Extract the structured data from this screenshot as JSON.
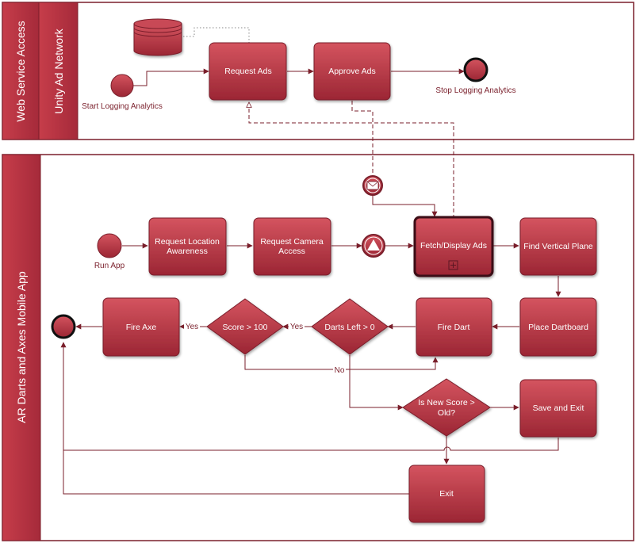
{
  "pools": [
    {
      "title": "Web Service Access",
      "lanes": [
        {
          "title": "Unity Ad Network"
        }
      ]
    },
    {
      "title": "AR Darts and Axes Mobile App"
    }
  ],
  "events": {
    "start_logging": "Start Logging Analytics",
    "stop_logging": "Stop Logging Analytics",
    "run_app": "Run App"
  },
  "tasks": {
    "request_ads": "Request Ads",
    "approve_ads": "Approve Ads",
    "request_location": [
      "Request Location",
      "Awareness"
    ],
    "request_camera": [
      "Request Camera",
      "Access"
    ],
    "fetch_display_ads": "Fetch/Display Ads",
    "find_vertical_plane": "Find Vertical Plane",
    "place_dartboard": "Place Dartboard",
    "fire_dart": "Fire Dart",
    "fire_axe": "Fire Axe",
    "save_and_exit": "Save and Exit",
    "exit": "Exit"
  },
  "gateways": {
    "darts_left": "Darts Left > 0",
    "score_100": "Score > 100",
    "new_score": [
      "Is New Score >",
      "Old?"
    ]
  },
  "flow_labels": {
    "yes_score": "Yes",
    "yes_axe": "Yes",
    "no_darts": "No"
  },
  "colors": {
    "primary": "#a52a3a",
    "border": "#7a1f2b",
    "lane_header": "#b0323f"
  }
}
